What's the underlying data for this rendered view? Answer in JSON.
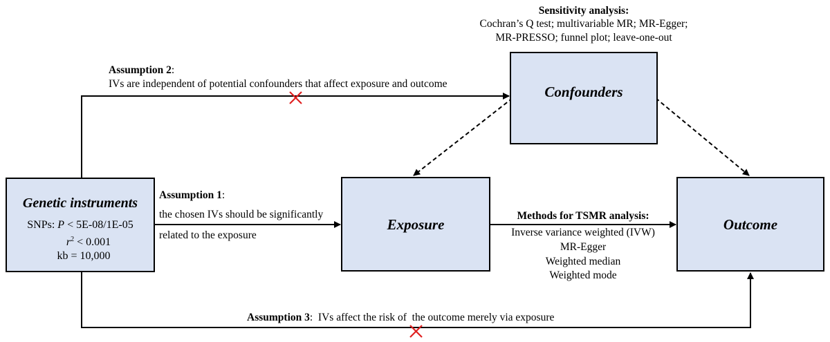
{
  "boxes": {
    "genetic": {
      "title": "Genetic instruments",
      "snps_prefix": "SNPs: ",
      "snps_p": "P",
      "snps_threshold": " < 5E-08/1E-05",
      "r": "r",
      "r_sup": "2",
      "r_value": " < 0.001",
      "kb": "kb = 10,000"
    },
    "exposure": {
      "title": "Exposure"
    },
    "confounders": {
      "title": "Confounders"
    },
    "outcome": {
      "title": "Outcome"
    }
  },
  "sensitivity": {
    "heading": "Sensitivity analysis:",
    "line1": "Cochran’s Q test; multivariable MR; MR-Egger;",
    "line2": "MR-PRESSO; funnel plot; leave-one-out"
  },
  "assumption1": {
    "heading": "Assumption 1",
    "colon": ":",
    "line1": "the chosen IVs should be significantly",
    "line2": "related to the exposure"
  },
  "assumption2": {
    "heading": "Assumption 2",
    "colon": ":",
    "text": "IVs are independent of potential confounders that affect exposure and outcome"
  },
  "assumption3": {
    "heading": "Assumption 3",
    "text": ":  IVs affect the risk of  the outcome merely via exposure"
  },
  "methods": {
    "heading": "Methods for TSMR analysis:",
    "items": [
      "Inverse variance weighted (IVW)",
      "MR-Egger",
      "Weighted median",
      "Weighted mode"
    ]
  },
  "colors": {
    "box_fill": "#dae3f3",
    "cross": "#e02020",
    "line": "#000000"
  }
}
